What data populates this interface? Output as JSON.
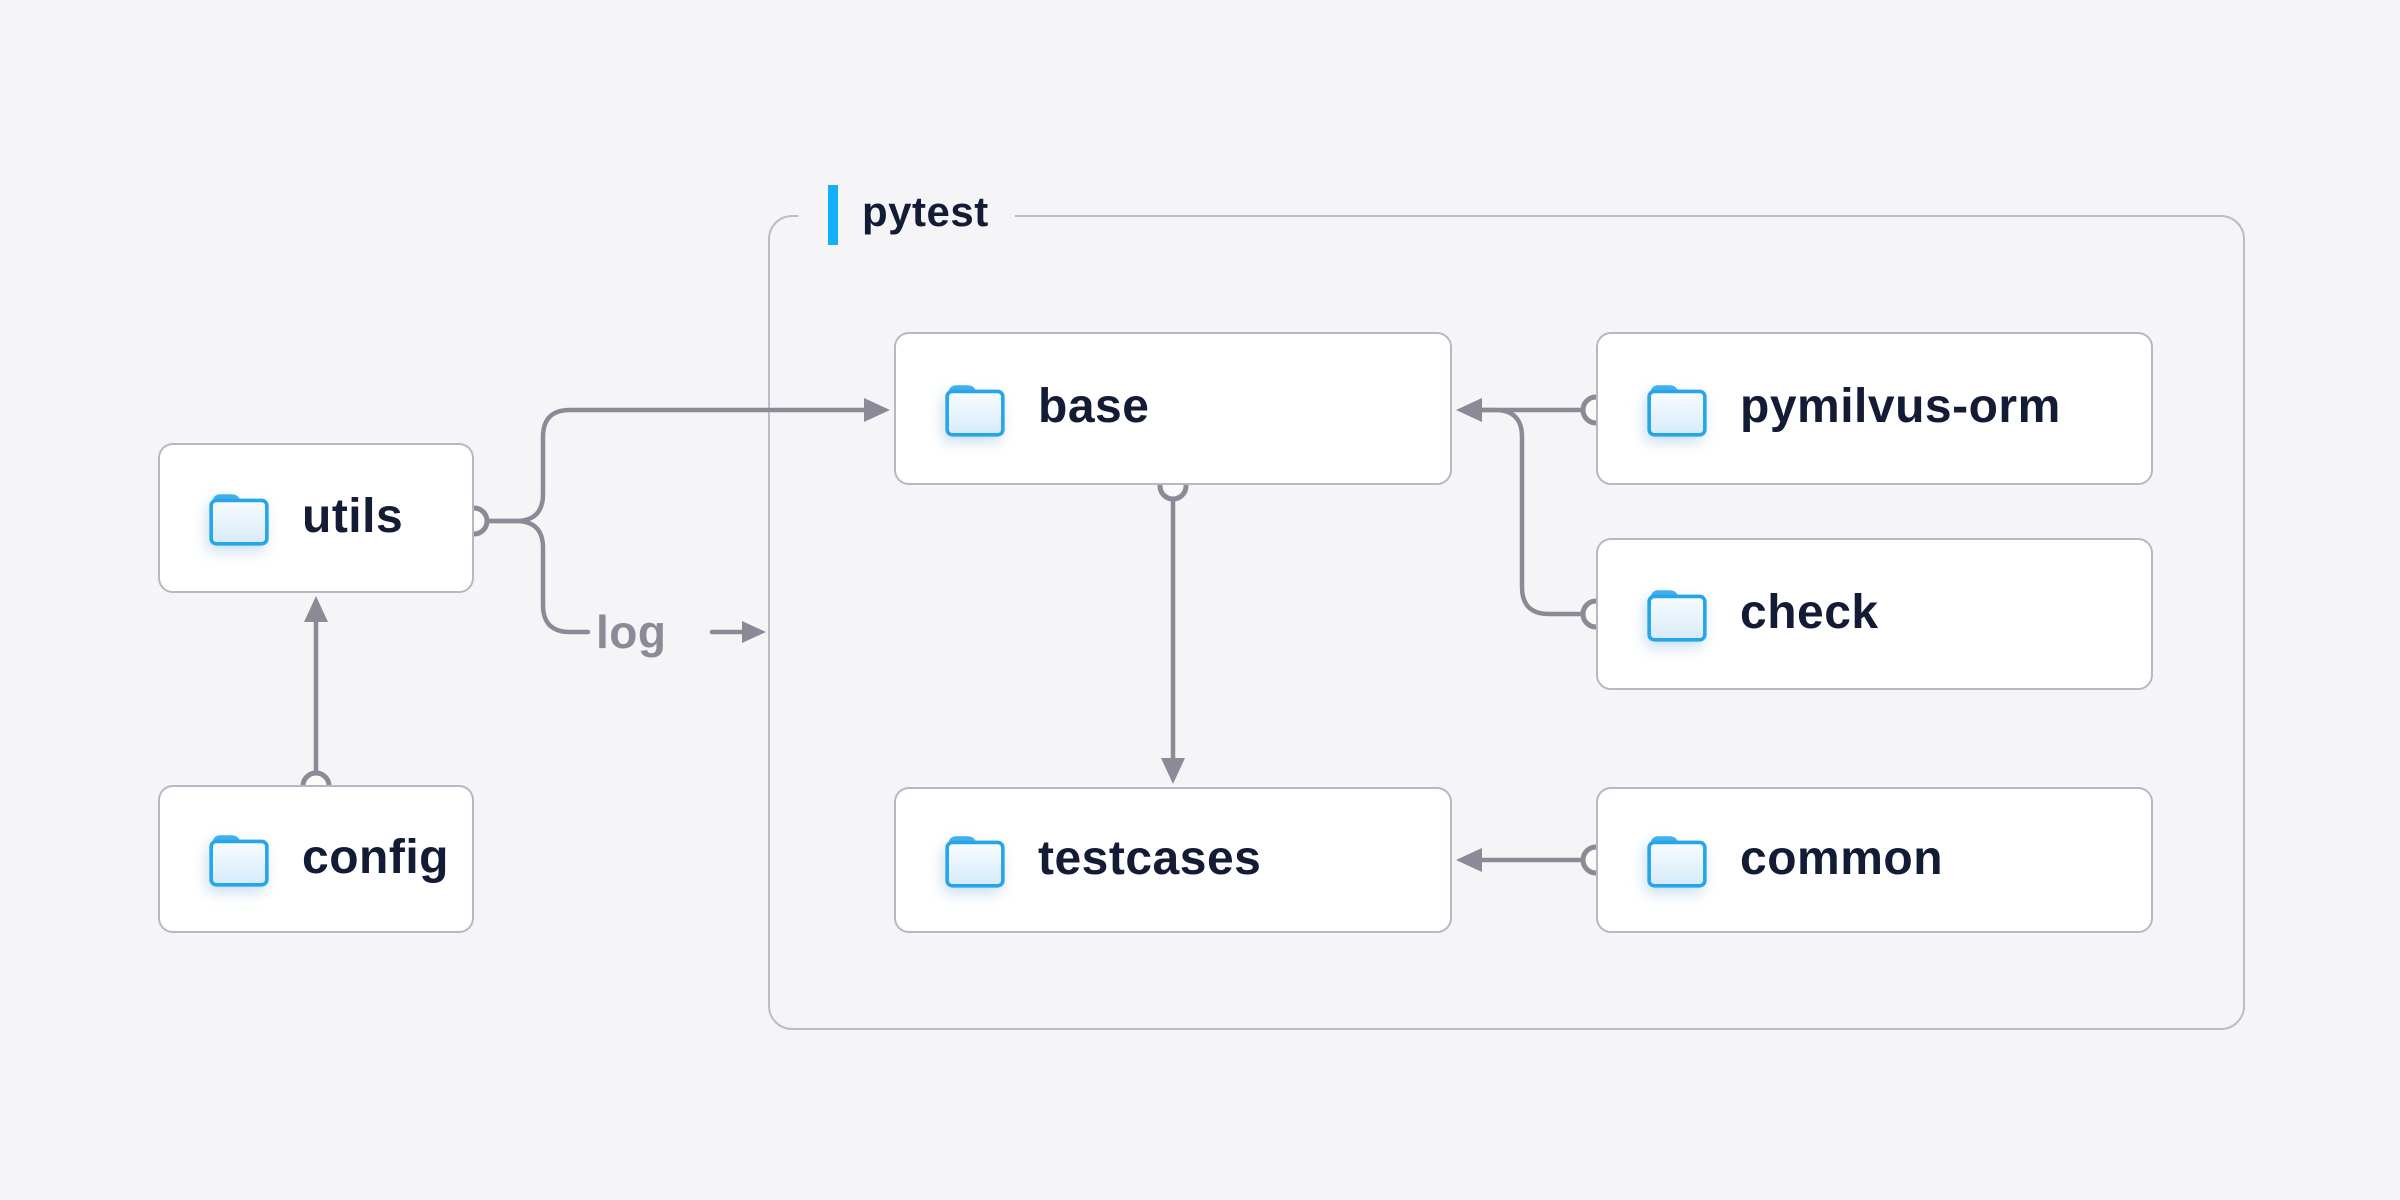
{
  "diagram": {
    "group": {
      "label": "pytest"
    },
    "log_annotation": {
      "label": "log"
    },
    "nodes": {
      "utils": {
        "label": "utils",
        "icon": "folder-icon"
      },
      "config": {
        "label": "config",
        "icon": "folder-icon"
      },
      "base": {
        "label": "base",
        "icon": "folder-icon"
      },
      "pymilvus_orm": {
        "label": "pymilvus-orm",
        "icon": "folder-icon"
      },
      "check": {
        "label": "check",
        "icon": "folder-icon"
      },
      "testcases": {
        "label": "testcases",
        "icon": "folder-icon"
      },
      "common": {
        "label": "common",
        "icon": "folder-icon"
      }
    },
    "edges": [
      {
        "from": "config",
        "to": "utils"
      },
      {
        "from": "utils",
        "to": "base"
      },
      {
        "from": "utils",
        "to": "log",
        "note": "annotation arrow pointing into pytest group"
      },
      {
        "from": "pymilvus-orm",
        "to": "base"
      },
      {
        "from": "check",
        "to": "base"
      },
      {
        "from": "base",
        "to": "testcases"
      },
      {
        "from": "common",
        "to": "testcases"
      }
    ],
    "colors": {
      "background": "#f5f5f7",
      "node_fill": "#ffffff",
      "node_border": "#b7b8c4",
      "group_border": "#bcbcc8",
      "connector": "#8b8b97",
      "text": "#131b35",
      "muted_text": "#8b8b97",
      "accent_bar": "#12b0fa",
      "folder_stroke": "#27a5e9",
      "folder_tab": "#42b0ec"
    }
  }
}
